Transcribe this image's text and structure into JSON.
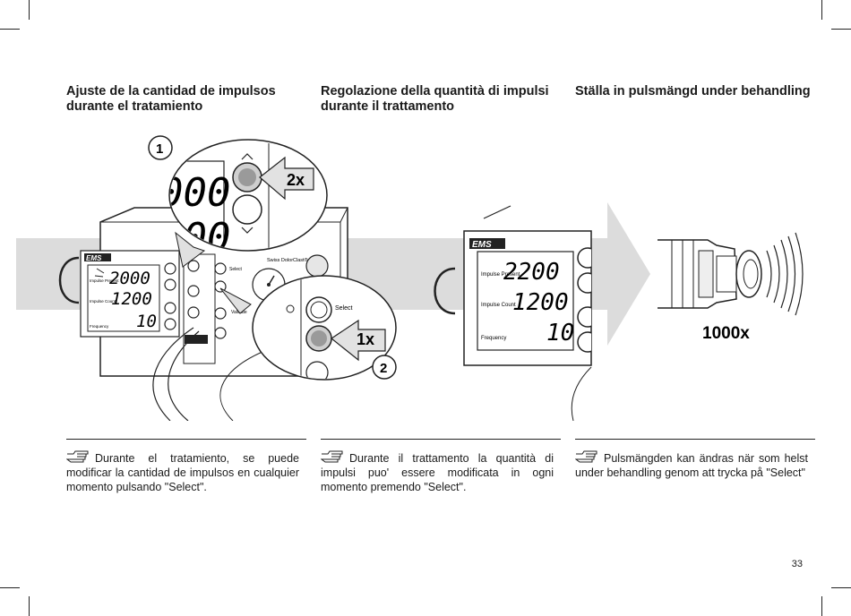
{
  "headings": {
    "es": "Ajuste de la cantidad de impulsos durante el tratamiento",
    "it": "Regolazione della quantità di impulsi durante il trattamento",
    "sv": "Ställa in pulsmängd under behandling"
  },
  "notes": {
    "es": "Durante el tratamiento, se puede modificar la cantidad de impulsos en cualquier momento pulsando \"Select\".",
    "it": "Durante il trattamento la quantità di impulsi puo' essere modificata in ogni momento premendo \"Select\".",
    "sv": "Pulsmängden kan ändras när som helst under behandling genom att trycka på \"Select\""
  },
  "illustration": {
    "step1": "1",
    "step2": "2",
    "press_up": "2x",
    "press_select": "1x",
    "pulse_count": "1000x",
    "brand": "EMS",
    "device_name": "Swiss DolorClast®",
    "select_label": "Select",
    "validate_label": "Validate",
    "left_display": {
      "impulse_present": "2000",
      "impulse_count": "1200",
      "frequency": "10",
      "lbl_present": "Impulse Present",
      "lbl_count": "Impulse Count",
      "lbl_freq": "Frequency"
    },
    "zoom_top_digits": "000",
    "right_display": {
      "impulse_present": "2200",
      "impulse_count": "1200",
      "frequency": "10",
      "lbl_present": "Impulse Present",
      "lbl_count": "Impulse Count",
      "lbl_freq": "Frequency"
    }
  },
  "page_number": "33"
}
